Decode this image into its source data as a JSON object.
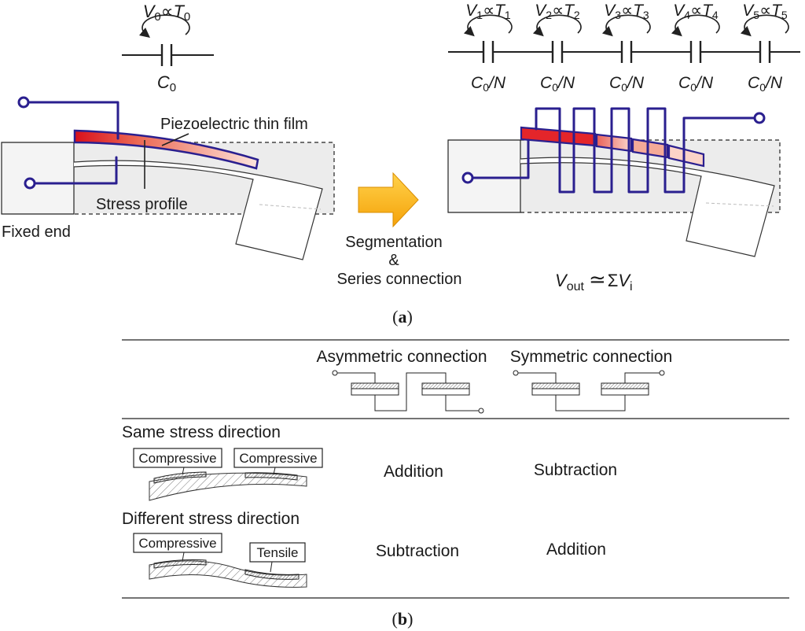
{
  "panel_a": {
    "label": "a",
    "single": {
      "voltage_sym": "V",
      "voltage_sub": "0",
      "prop": "∝",
      "temp_sym": "T",
      "temp_sub": "0",
      "cap_sym": "C",
      "cap_sub": "0"
    },
    "segments": [
      {
        "v": "V",
        "vs": "1",
        "t": "T",
        "ts": "1",
        "c": "C",
        "cs": "0",
        "n": "/N"
      },
      {
        "v": "V",
        "vs": "2",
        "t": "T",
        "ts": "2",
        "c": "C",
        "cs": "0",
        "n": "/N"
      },
      {
        "v": "V",
        "vs": "3",
        "t": "T",
        "ts": "3",
        "c": "C",
        "cs": "0",
        "n": "/N"
      },
      {
        "v": "V",
        "vs": "4",
        "t": "T",
        "ts": "4",
        "c": "C",
        "cs": "0",
        "n": "/N"
      },
      {
        "v": "V",
        "vs": "5",
        "t": "T",
        "ts": "5",
        "c": "C",
        "cs": "0",
        "n": "/N"
      }
    ],
    "film_label": "Piezoelectric thin film",
    "stress_label": "Stress profile",
    "fixed_label": "Fixed end",
    "arrow_text_1": "Segmentation",
    "arrow_text_2": "&",
    "arrow_text_3": "Series connection",
    "vout_sym": "V",
    "vout_sub": "out",
    "approx": "≃",
    "sum": "Σ",
    "vi_sym": "V",
    "vi_sub": "i"
  },
  "panel_b": {
    "label": "b",
    "col_asym": "Asymmetric connection",
    "col_sym": "Symmetric connection",
    "rows": [
      {
        "heading": "Same stress direction",
        "left_tag": "Compressive",
        "right_tag": "Compressive",
        "asym": "Addition",
        "sym": "Subtraction"
      },
      {
        "heading": "Different stress direction",
        "left_tag": "Compressive",
        "right_tag": "Tensile",
        "asym": "Subtraction",
        "sym": "Addition"
      }
    ]
  }
}
